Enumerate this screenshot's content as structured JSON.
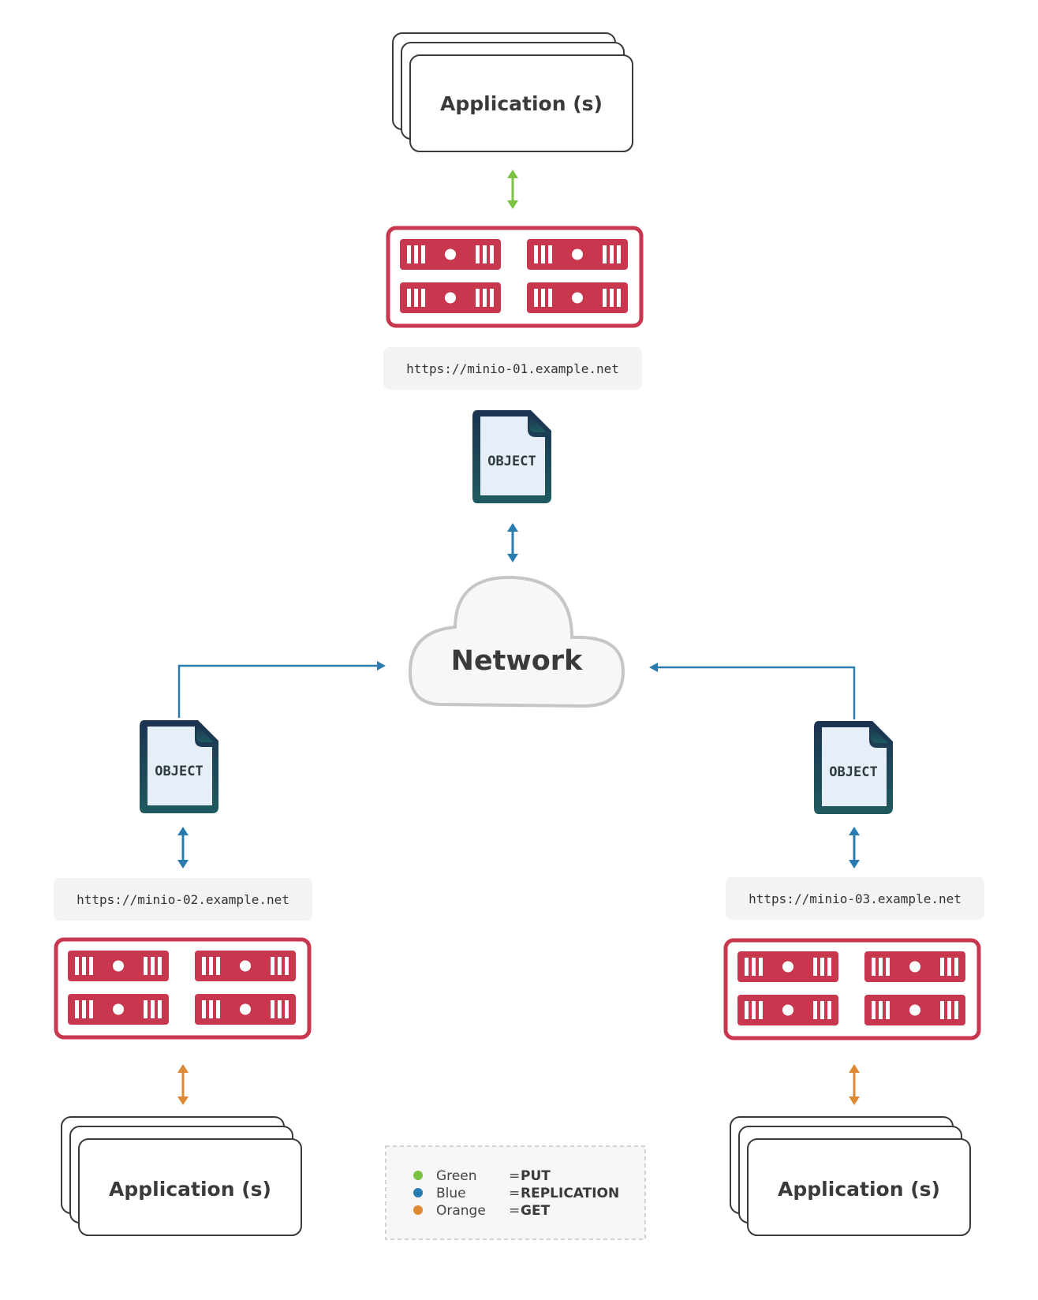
{
  "diagram": {
    "top": {
      "application_label": "Application (s)",
      "url": "https://minio-01.example.net",
      "object_label": "OBJECT"
    },
    "left": {
      "application_label": "Application (s)",
      "url": "https://minio-02.example.net",
      "object_label": "OBJECT"
    },
    "right": {
      "application_label": "Application (s)",
      "url": "https://minio-03.example.net",
      "object_label": "OBJECT"
    },
    "network_label": "Network"
  },
  "legend": {
    "items": [
      {
        "color_name": "Green",
        "meaning": "PUT",
        "color": "#7cc242"
      },
      {
        "color_name": "Blue",
        "meaning": "REPLICATION",
        "color": "#2a7bb0"
      },
      {
        "color_name": "Orange",
        "meaning": "GET",
        "color": "#de8a35"
      }
    ],
    "equals": "="
  },
  "colors": {
    "server": "#c8374e",
    "put": "#7cc242",
    "replication": "#2a7bb0",
    "get": "#de8a35",
    "object_border": "#1f4e5a"
  },
  "icons": [
    "server-rack-icon",
    "object-file-icon",
    "cloud-icon",
    "double-arrow-icon"
  ]
}
